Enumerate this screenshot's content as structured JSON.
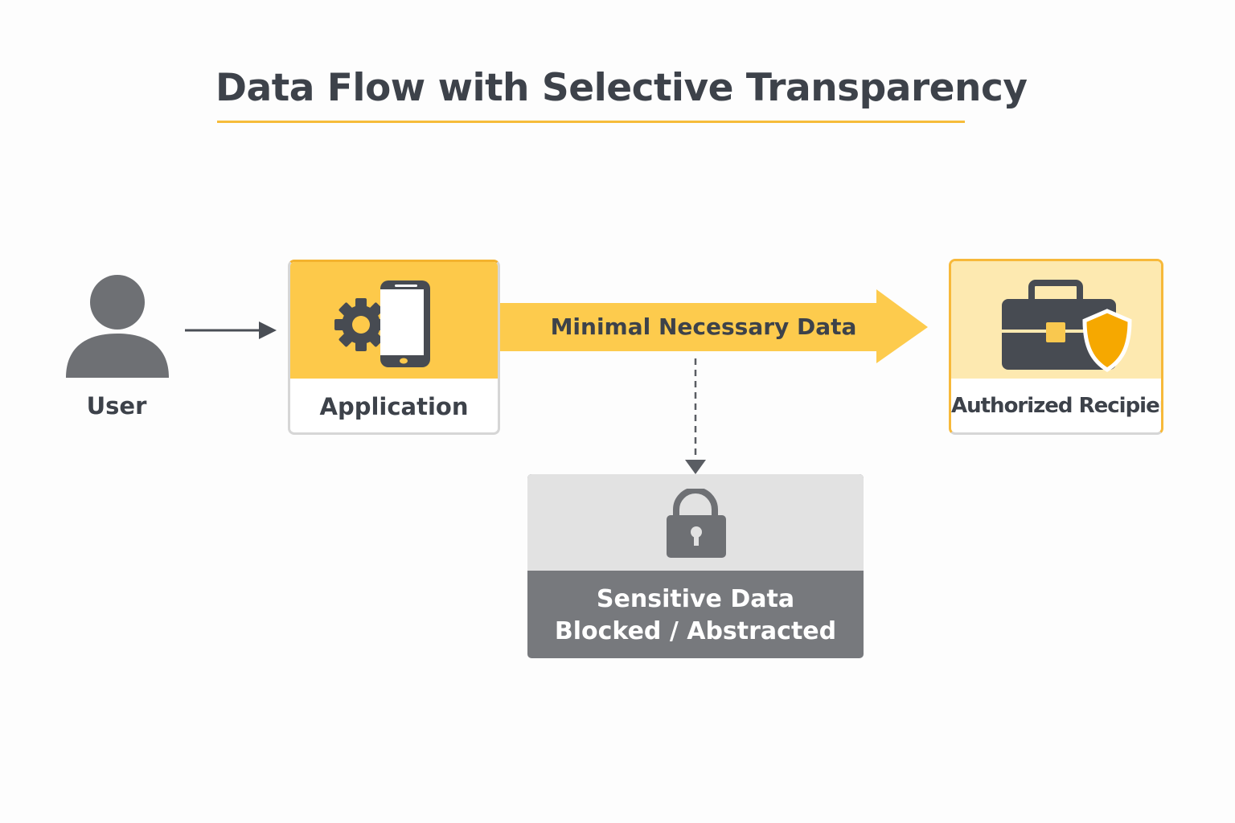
{
  "title": "Data Flow with Selective Transparency",
  "colors": {
    "accent": "#fdc94a",
    "accent_dark": "#f6a800",
    "text": "#3d424a",
    "blocked": "#77797d"
  },
  "nodes": {
    "user": {
      "label": "User",
      "icon": "user-icon"
    },
    "application": {
      "label": "Application",
      "icon": "gear-phone-icon"
    },
    "recipient": {
      "label": "Authorized Recipient",
      "icon": "briefcase-shield-icon"
    },
    "blocked": {
      "line1": "Sensitive Data",
      "line2": "Blocked / Abstracted",
      "icon": "lock-icon"
    }
  },
  "flows": {
    "main": {
      "label": "Minimal Necessary Data"
    }
  }
}
